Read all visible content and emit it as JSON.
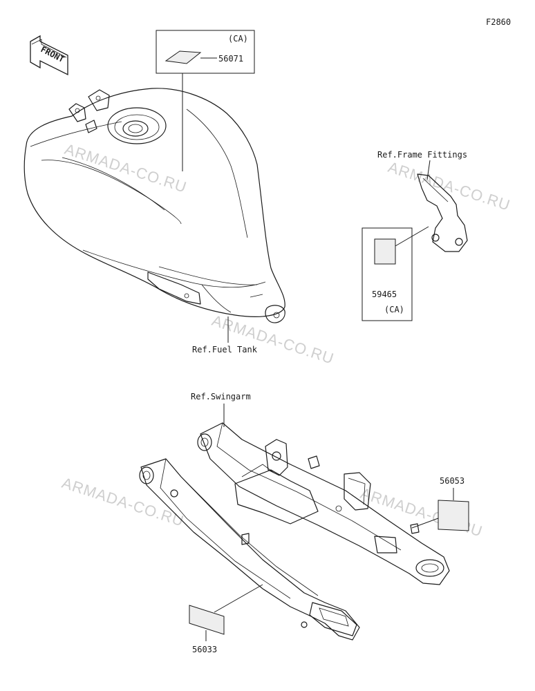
{
  "diagram_code": "F2860",
  "orientation": {
    "label": "FRONT"
  },
  "watermark": "ARMADA-CO.RU",
  "parts": [
    {
      "number": "56071",
      "region": "(CA)"
    },
    {
      "number": "59465",
      "region": "(CA)"
    },
    {
      "number": "56053"
    },
    {
      "number": "56033"
    }
  ],
  "references": {
    "fuel_tank": "Ref.Fuel Tank",
    "frame_fittings": "Ref.Frame Fittings",
    "swingarm": "Ref.Swingarm"
  }
}
